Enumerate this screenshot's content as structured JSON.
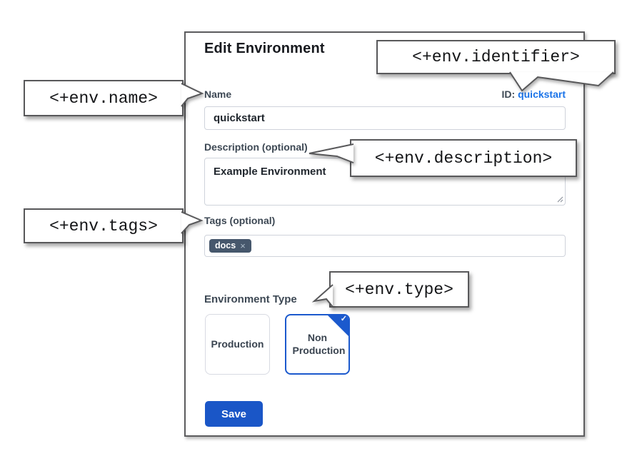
{
  "dialog": {
    "title": "Edit Environment",
    "name_field": {
      "label": "Name",
      "value": "quickstart"
    },
    "id_field": {
      "label": "ID:",
      "value": "quickstart"
    },
    "description_field": {
      "label": "Description (optional)",
      "value": "Example Environment"
    },
    "tags_field": {
      "label": "Tags (optional)",
      "tags": [
        {
          "label": "docs",
          "remove_icon": "×"
        }
      ]
    },
    "environment_type": {
      "label": "Environment Type",
      "options": [
        {
          "label": "Production",
          "selected": false
        },
        {
          "label": "Non Production",
          "selected": true
        }
      ],
      "check_icon": "✓"
    },
    "save_button": "Save"
  },
  "callouts": {
    "identifier": "<+env.identifier>",
    "name": "<+env.name>",
    "description": "<+env.description>",
    "tags": "<+env.tags>",
    "type": "<+env.type>"
  },
  "colors": {
    "link_blue": "#1a73e8",
    "primary_blue": "#1a56c7",
    "selected_card_border": "#1b59cd",
    "tag_chip_bg": "#46576c",
    "label_text": "#3d4854",
    "callout_border": "#58585a"
  }
}
